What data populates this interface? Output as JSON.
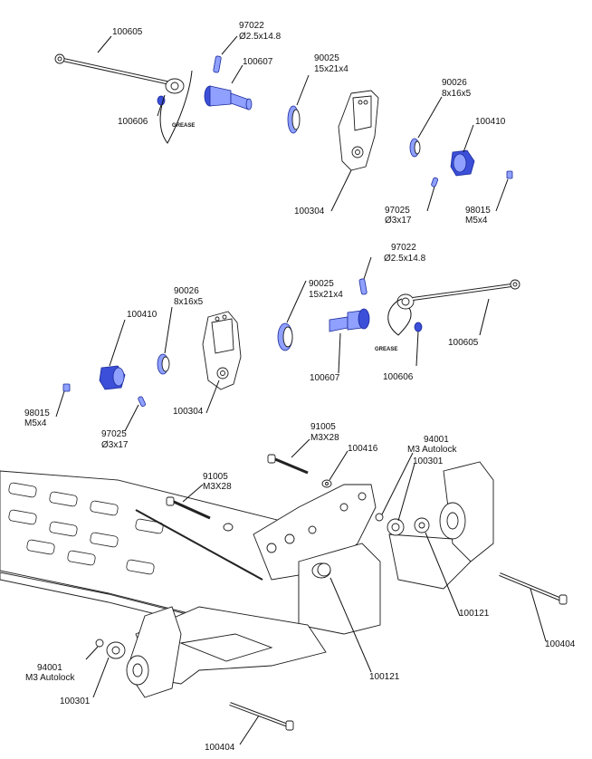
{
  "callouts": {
    "c100605_top": "100605",
    "c97022_top": "97022",
    "c97022_top_sub": "Ø2.5x14.8",
    "c100607_top": "100607",
    "c90025_top": "90025",
    "c90025_top_sub": "15x21x4",
    "c90026_top": "90026",
    "c90026_top_sub": "8x16x5",
    "c100410_top": "100410",
    "c100606_top": "100606",
    "grease_top": "GREASE",
    "c100304_top": "100304",
    "c97025_top": "97025",
    "c97025_top_sub": "Ø3x17",
    "c98015_top": "98015",
    "c98015_top_sub": "M5x4",
    "c97022_mid": "97022",
    "c97022_mid_sub": "Ø2.5x14.8",
    "c90026_mid": "90026",
    "c90026_mid_sub": "8x16x5",
    "c90025_mid": "90025",
    "c90025_mid_sub": "15x21x4",
    "c100410_mid": "100410",
    "grease_mid": "GREASE",
    "c100605_mid": "100605",
    "c100607_mid": "100607",
    "c100606_mid": "100606",
    "c100304_mid": "100304",
    "c98015_mid": "98015",
    "c98015_mid_sub": "M5x4",
    "c97025_mid": "97025",
    "c97025_mid_sub": "Ø3x17",
    "c91005_a": "91005",
    "c91005_a_sub": "M3X28",
    "c100416": "100416",
    "c94001_a": "94001",
    "c94001_a_sub": "M3 Autolock",
    "c100301_a": "100301",
    "c91005_b": "91005",
    "c91005_b_sub": "M3X28",
    "c100121_a": "100121",
    "c100404_a": "100404",
    "c94001_b": "94001",
    "c94001_b_sub": "M3 Autolock",
    "c100301_b": "100301",
    "c100121_b": "100121",
    "c100404_b": "100404"
  },
  "colors": {
    "highlight": "#3b4fd8",
    "highlight_light": "#8fa0ff",
    "ink": "#111111"
  }
}
